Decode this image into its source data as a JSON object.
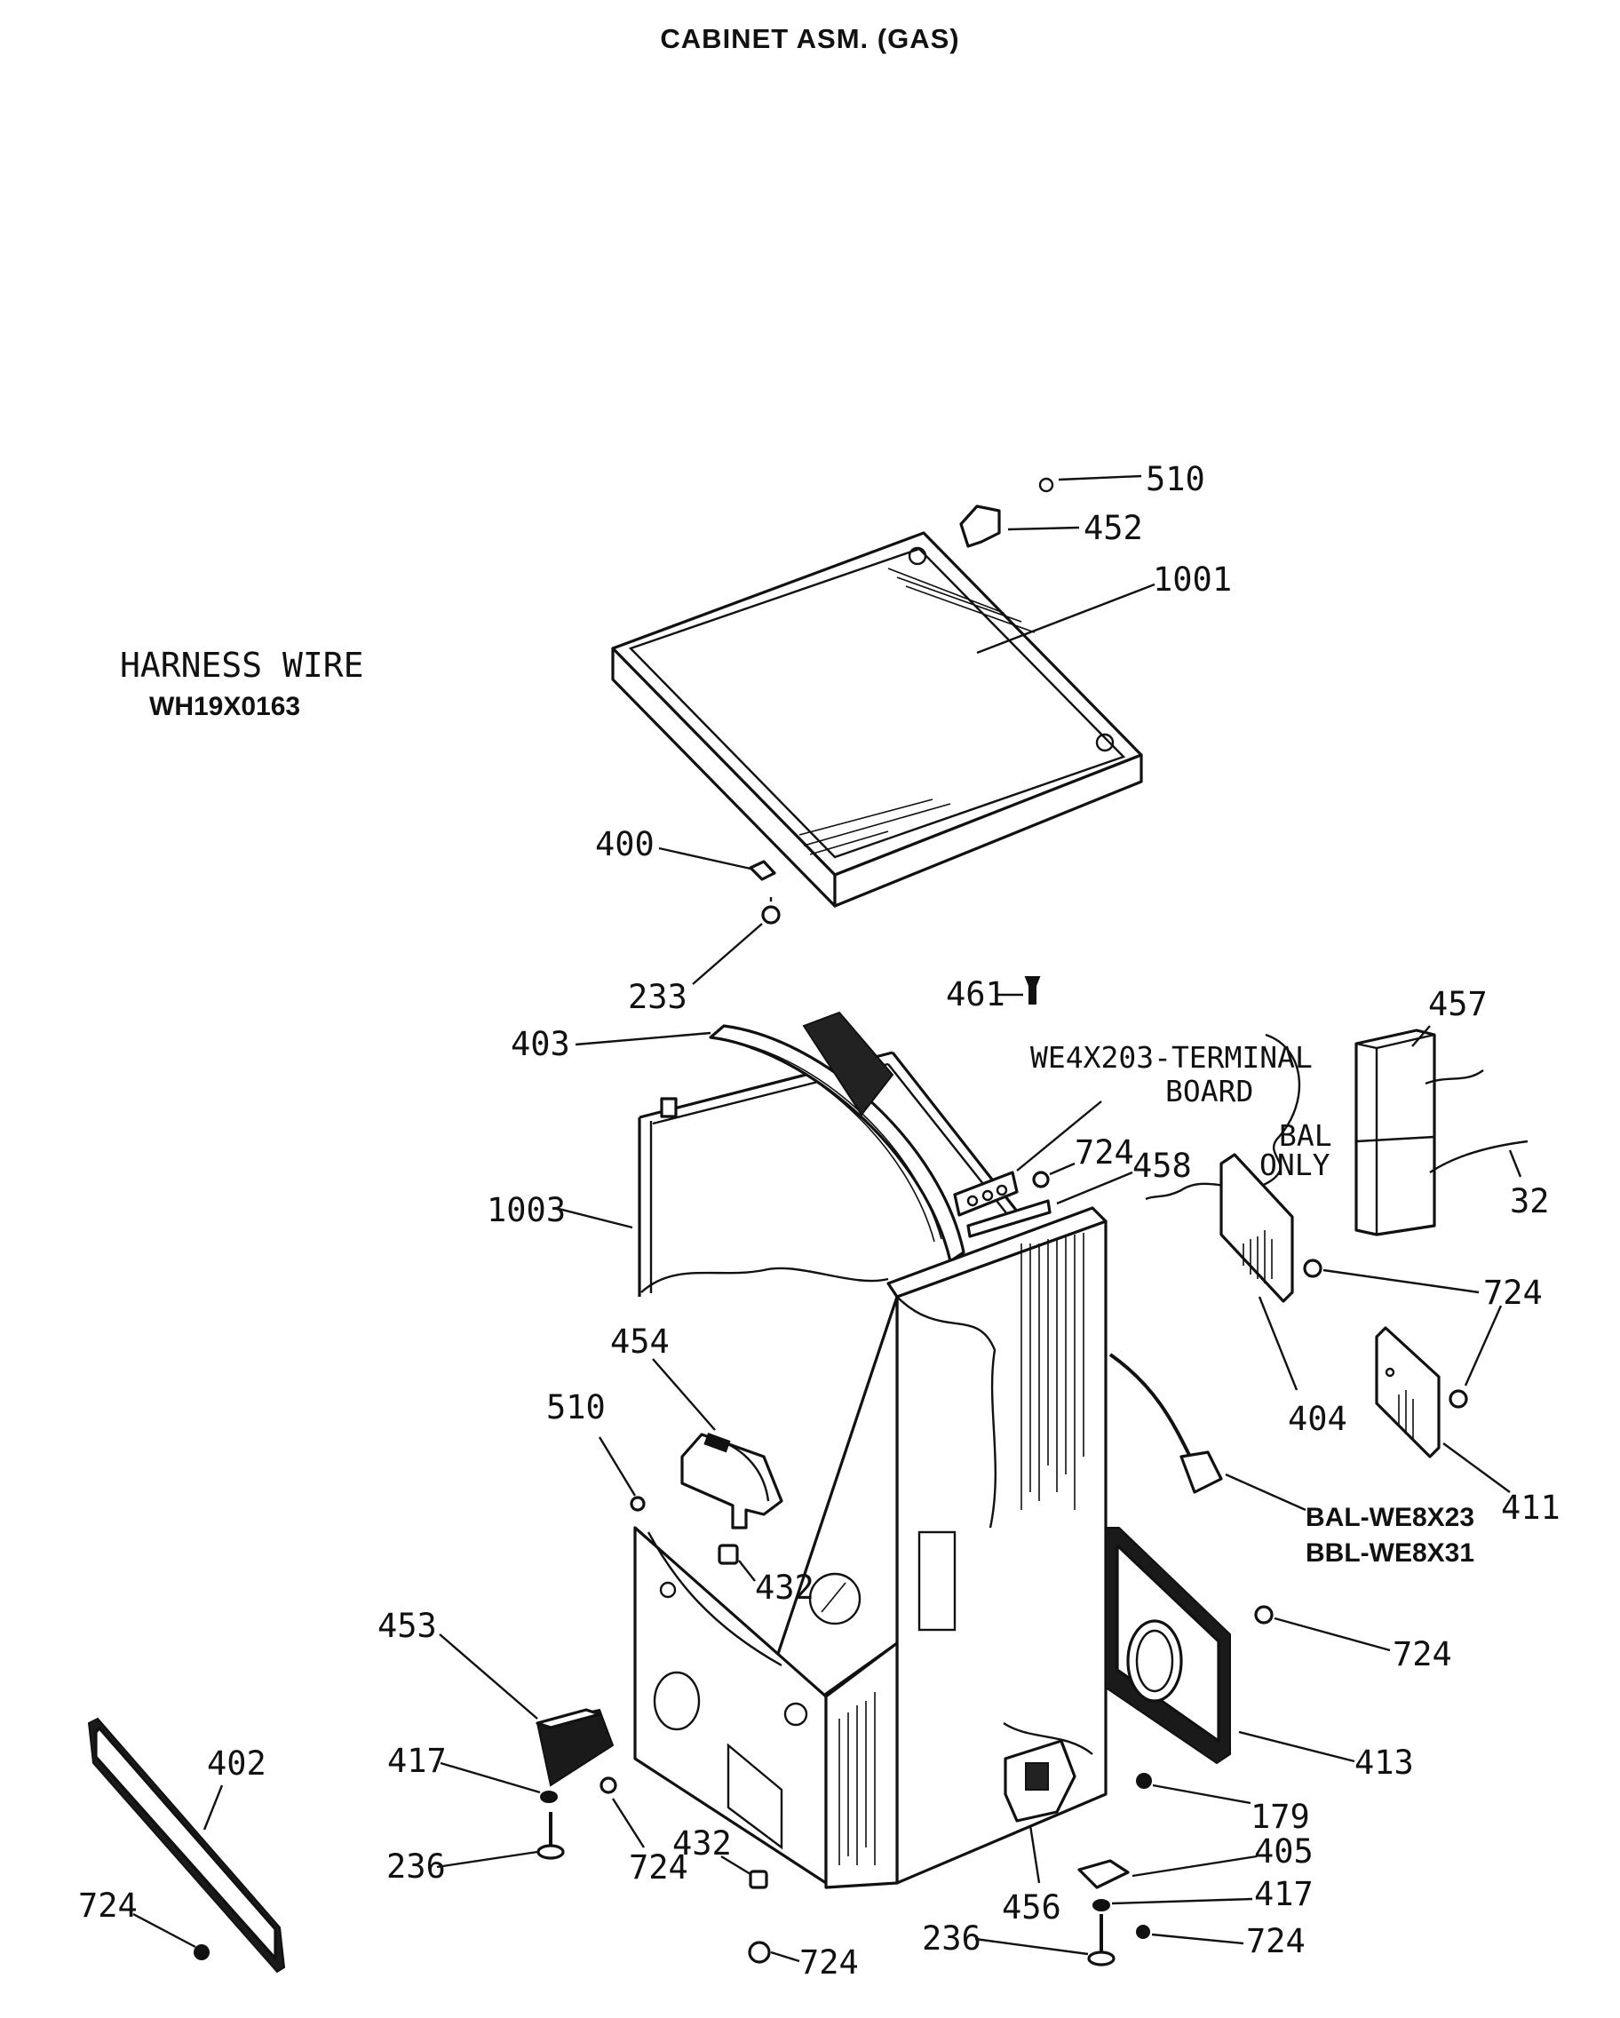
{
  "title": "CABINET ASM. (GAS)",
  "harness": {
    "label": "HARNESS WIRE",
    "part_number": "WH19X0163"
  },
  "callouts": {
    "c510a": "510",
    "c452": "452",
    "c1001": "1001",
    "c400": "400",
    "c233": "233",
    "c461": "461",
    "c457": "457",
    "c403": "403",
    "terminal_board_1": "WE4X203-TERMINAL",
    "terminal_board_2": "BOARD",
    "bal_only_1": "BAL",
    "bal_only_2": "ONLY",
    "c724a": "724",
    "c458": "458",
    "c32": "32",
    "c1003": "1003",
    "c724b": "724",
    "c454": "454",
    "c510b": "510",
    "c404": "404",
    "c411": "411",
    "cord_bal": "BAL-WE8X23",
    "cord_bbl": "BBL-WE8X31",
    "c432a": "432",
    "c453": "453",
    "c724c": "724",
    "c402": "402",
    "c417a": "417",
    "c413": "413",
    "c179": "179",
    "c236a": "236",
    "c724d": "724",
    "c432b": "432",
    "c405": "405",
    "c417b": "417",
    "c724e": "724",
    "c456": "456",
    "c236b": "236",
    "c724f": "724",
    "c724g": "724"
  }
}
